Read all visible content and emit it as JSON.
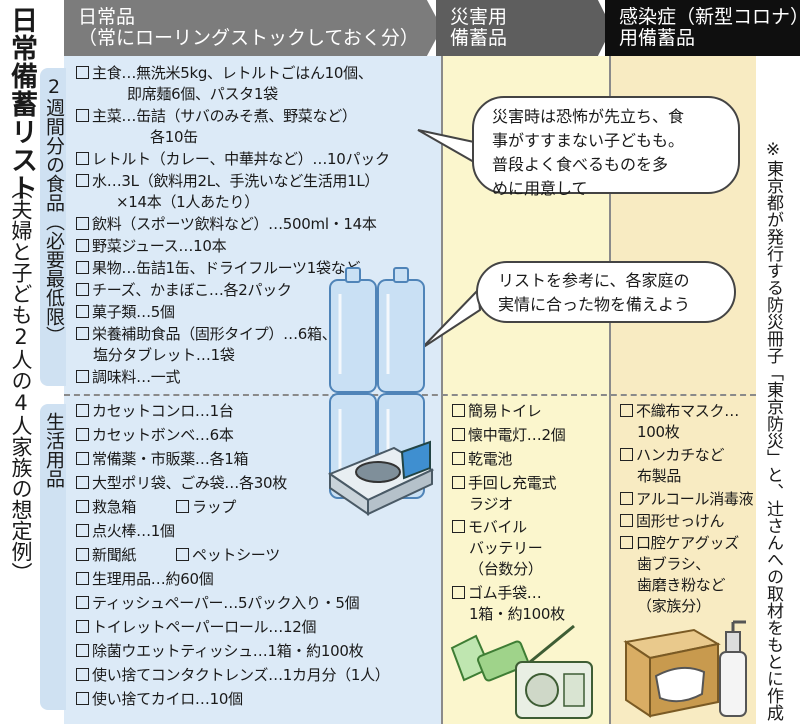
{
  "title": "日常備蓄リスト",
  "subtitle": "（夫婦と子ども2人の4人家族の想定例）",
  "headers": {
    "daily": {
      "line1": "日常品",
      "line2": "（常にローリングストックしておく分）"
    },
    "disaster": {
      "line1": "災害用",
      "line2": "備蓄品"
    },
    "infection": {
      "line1": "感染症（新型コロナ）",
      "line2": "用備蓄品"
    }
  },
  "sections": {
    "food": "2週間分の食品（必要最低限）",
    "supplies": "生活用品"
  },
  "food_items": {
    "i1": {
      "line1": "主食…無洗米5kg、レトルトごはん10個、",
      "line2": "即席麺6個、パスタ1袋"
    },
    "i2": {
      "line1": "主菜…缶詰（サバのみそ煮、野菜など）",
      "line2": "各10缶"
    },
    "i3": {
      "line1": "レトルト（カレー、中華丼など）…10パック"
    },
    "i4": {
      "line1": "水…3L（飲料用2L、手洗いなど生活用1L）",
      "line2": "×14本（1人あたり）"
    },
    "i5": {
      "line1": "飲料（スポーツ飲料など）…500ml・14本"
    },
    "i6": {
      "line1": "野菜ジュース…10本"
    },
    "i7": {
      "line1": "果物…缶詰1缶、ドライフルーツ1袋など"
    },
    "i8": {
      "line1": "チーズ、かまぼこ…各2パック"
    },
    "i9": {
      "line1": "菓子類…5個"
    },
    "i10": {
      "line1": "栄養補助食品（固形タイプ）…6箱、",
      "line2": "塩分タブレット…1袋"
    },
    "i11": {
      "line1": "調味料…一式"
    }
  },
  "daily_supplies": {
    "s1": "カセットコンロ…1台",
    "s2": "カセットボンベ…6本",
    "s3": "常備薬・市販薬…各1箱",
    "s4": "大型ポリ袋、ごみ袋…各30枚",
    "s5a": "救急箱",
    "s5b": "ラップ",
    "s6": "点火棒…1個",
    "s7a": "新聞紙",
    "s7b": "ペットシーツ",
    "s8": "生理用品…約60個",
    "s9": "ティッシュペーパー…5パック入り・5個",
    "s10": "トイレットペーパーロール…12個",
    "s11": "除菌ウエットティッシュ…1箱・約100枚",
    "s12": "使い捨てコンタクトレンズ…1カ月分（1人）",
    "s13": "使い捨てカイロ…10個"
  },
  "disaster_items": {
    "d1": "簡易トイレ",
    "d2": "懐中電灯…2個",
    "d3": "乾電池",
    "d4a": "手回し充電式",
    "d4b": "ラジオ",
    "d5a": "モバイル",
    "d5b": "バッテリー",
    "d5c": "（台数分）",
    "d6a": "ゴム手袋…",
    "d6b": "1箱・約100枚"
  },
  "infection_items": {
    "n1a": "不織布マスク…",
    "n1b": "100枚",
    "n2a": "ハンカチなど",
    "n2b": "布製品",
    "n3": "アルコール消毒液",
    "n4": "固形せっけん",
    "n5a": "口腔ケアグッズ",
    "n5b": "歯ブラシ、",
    "n5c": "歯磨き粉など",
    "n5d": "（家族分）"
  },
  "bubbles": {
    "b1": {
      "l1": "災害時は恐怖が先立ち、食",
      "l2": "事がすすまない子どもも。",
      "l3": "普段よく食べるものを多",
      "l4": "めに用意して"
    },
    "b2": {
      "l1": "リストを参考に、各家庭の",
      "l2": "実情に合った物を備えよう"
    }
  },
  "source_note": "※東京都が発行する防災冊子「東京防災」と、辻さんへの取材をもとに作成",
  "colors": {
    "daily_bg": "#dceaf7",
    "disaster_bg": "#fbf6cd",
    "infection_bg": "#f8ebc2",
    "header_daily": "#7c7c7c",
    "header_disaster": "#5e5e5e",
    "header_infection": "#0f0f0f"
  },
  "icons": [
    "water-bottles-icon",
    "camping-stove-icon",
    "flashlight-icon",
    "radio-icon",
    "mask-box-icon",
    "sanitizer-bottle-icon"
  ]
}
